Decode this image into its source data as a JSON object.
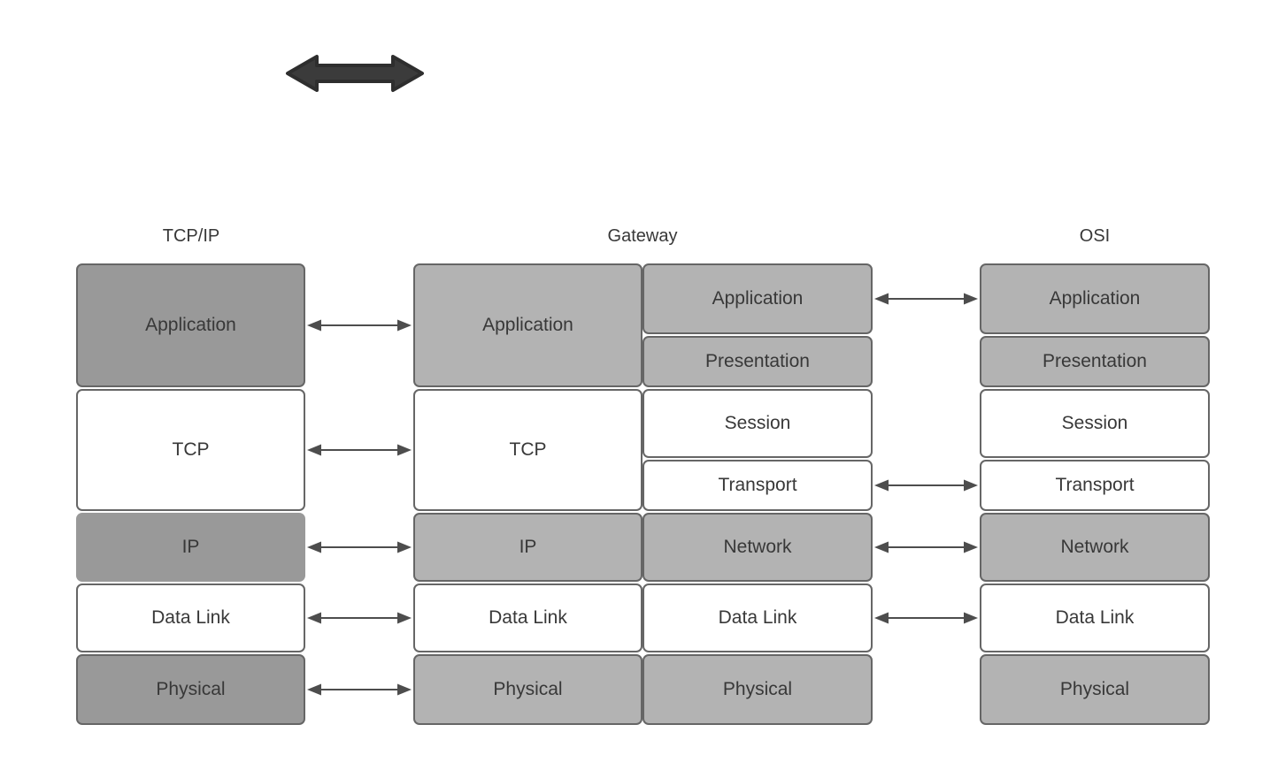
{
  "colors": {
    "dark_gray": "#999999",
    "light_gray": "#b3b3b3",
    "white": "#ffffff",
    "box_border": "#666666",
    "text": "#383838",
    "connector_arrow": "#4d4d4d",
    "thick_arrow_fill": "#3b3b3b",
    "thick_arrow_stroke": "#2e2e2e",
    "background": "#ffffff"
  },
  "icons": {
    "double_arrow": "double-arrow-icon"
  },
  "headers": {
    "tcpip": "TCP/IP",
    "gateway": "Gateway",
    "osi": "OSI"
  },
  "stacks": {
    "tcpip": {
      "layers": [
        {
          "label": "Application",
          "fill": "dark",
          "bordered": true
        },
        {
          "label": "TCP",
          "fill": "white",
          "bordered": true
        },
        {
          "label": "IP",
          "fill": "dark",
          "bordered": false
        },
        {
          "label": "Data Link",
          "fill": "white",
          "bordered": true
        },
        {
          "label": "Physical",
          "fill": "dark",
          "bordered": true
        }
      ]
    },
    "gateway_left": {
      "layers": [
        {
          "label": "Application",
          "fill": "light",
          "bordered": true
        },
        {
          "label": "TCP",
          "fill": "white",
          "bordered": true
        },
        {
          "label": "IP",
          "fill": "light",
          "bordered": true
        },
        {
          "label": "Data Link",
          "fill": "white",
          "bordered": true
        },
        {
          "label": "Physical",
          "fill": "light",
          "bordered": true
        }
      ]
    },
    "gateway_right": {
      "layers": [
        {
          "label": "Application",
          "fill": "light",
          "bordered": true
        },
        {
          "label": "Presentation",
          "fill": "light",
          "bordered": true
        },
        {
          "label": "Session",
          "fill": "white",
          "bordered": true
        },
        {
          "label": "Transport",
          "fill": "white",
          "bordered": true
        },
        {
          "label": "Network",
          "fill": "light",
          "bordered": true
        },
        {
          "label": "Data Link",
          "fill": "white",
          "bordered": true
        },
        {
          "label": "Physical",
          "fill": "light",
          "bordered": true
        }
      ]
    },
    "osi": {
      "layers": [
        {
          "label": "Application",
          "fill": "light",
          "bordered": true
        },
        {
          "label": "Presentation",
          "fill": "light",
          "bordered": true
        },
        {
          "label": "Session",
          "fill": "white",
          "bordered": true
        },
        {
          "label": "Transport",
          "fill": "white",
          "bordered": true
        },
        {
          "label": "Network",
          "fill": "light",
          "bordered": true
        },
        {
          "label": "Data Link",
          "fill": "white",
          "bordered": true
        },
        {
          "label": "Physical",
          "fill": "light",
          "bordered": true
        }
      ]
    }
  },
  "connections": {
    "tcpip_gateway": [
      "Application",
      "TCP",
      "IP",
      "Data Link",
      "Physical"
    ],
    "gateway_osi": [
      "Application",
      "Transport",
      "Network",
      "Data Link"
    ]
  }
}
